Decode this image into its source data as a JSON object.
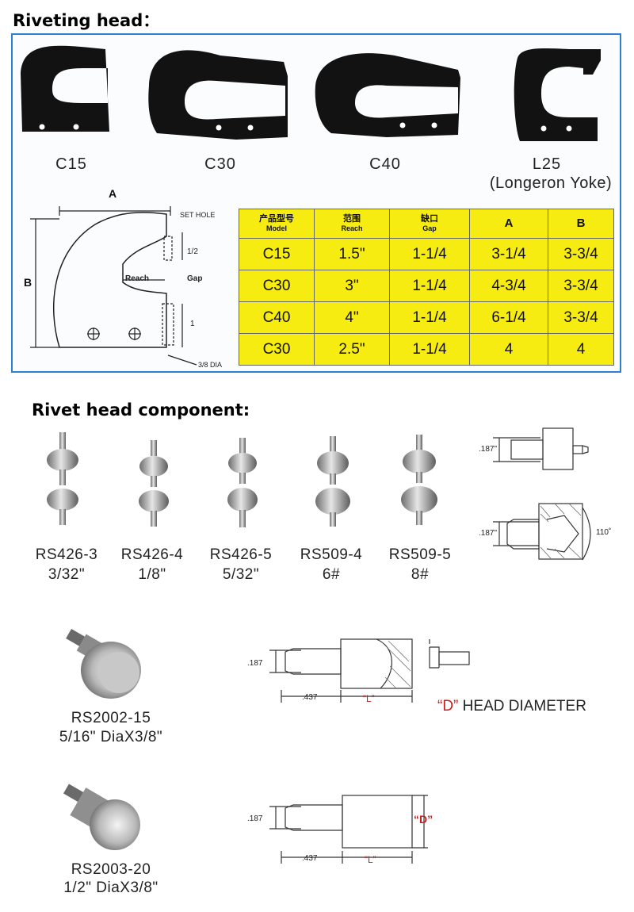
{
  "sections": {
    "riveting_head_title": "Riveting head：",
    "rivet_component_title": "Rivet head component:"
  },
  "heads": [
    {
      "code": "C15",
      "sub": ""
    },
    {
      "code": "C30",
      "sub": ""
    },
    {
      "code": "C40",
      "sub": ""
    },
    {
      "code": "L25",
      "sub": "(Longeron Yoke)"
    }
  ],
  "diagram": {
    "a": "A",
    "b": "B",
    "set_hole": "SET HOLE",
    "half": "1/2",
    "gap": "Gap",
    "reach": "Reach",
    "one": "1",
    "dia": "3/8 DIA"
  },
  "table": {
    "headers": [
      {
        "cn": "产品型号",
        "en": "Model"
      },
      {
        "cn": "范围",
        "en": "Reach"
      },
      {
        "cn": "缺口",
        "en": "Gap"
      },
      {
        "cn": "",
        "en": "A"
      },
      {
        "cn": "",
        "en": "B"
      }
    ],
    "rows": [
      [
        "C15",
        "1.5\"",
        "1-1/4",
        "3-1/4",
        "3-3/4"
      ],
      [
        "C30",
        "3\"",
        "1-1/4",
        "4-3/4",
        "3-3/4"
      ],
      [
        "C40",
        "4\"",
        "1-1/4",
        "6-1/4",
        "3-3/4"
      ],
      [
        "C30",
        "2.5\"",
        "1-1/4",
        "4",
        "4"
      ]
    ]
  },
  "components": [
    {
      "model": "RS426-3",
      "size": "3/32\""
    },
    {
      "model": "RS426-4",
      "size": "1/8\""
    },
    {
      "model": "RS426-5",
      "size": "5/32\""
    },
    {
      "model": "RS509-4",
      "size": "6#"
    },
    {
      "model": "RS509-5",
      "size": "8#"
    }
  ],
  "side_diagram": {
    "d1": ".187\"",
    "d2": ".187\"",
    "angle": "110˚"
  },
  "big_components": [
    {
      "model": "RS2002-15",
      "size": "5/16\" DiaX3/8\""
    },
    {
      "model": "RS2003-20",
      "size": "1/2\" DiaX3/8\""
    }
  ],
  "profile1": {
    "d": ".187",
    "l1": ".437",
    "l2": "“L”",
    "head_d": "“D”",
    "head_text": " HEAD DIAMETER"
  },
  "profile2": {
    "d": ".187",
    "l1": ".437",
    "l2": "“L”",
    "head_d": "“D”"
  },
  "colors": {
    "table_fill": "#f7ec12",
    "panel_border": "#2f7fd0",
    "dim_red": "#c81e1e"
  }
}
